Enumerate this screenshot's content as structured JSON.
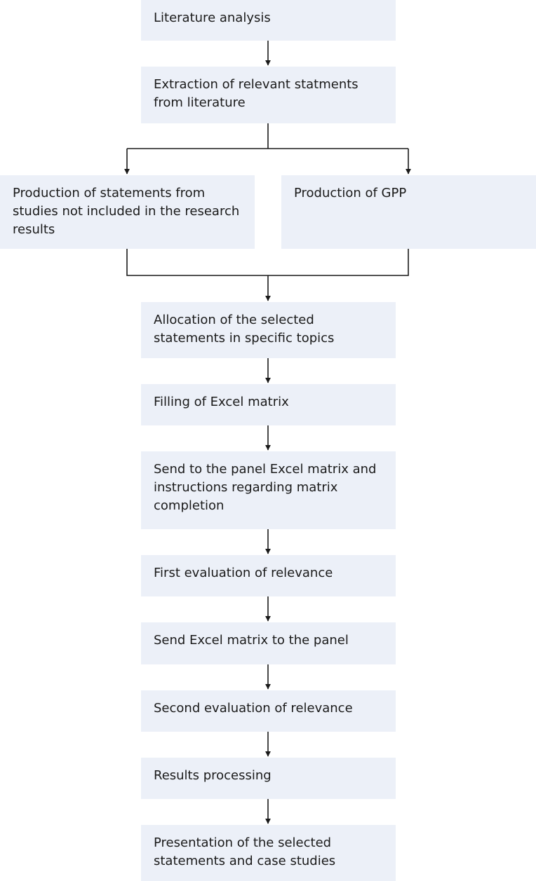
{
  "flow": {
    "steps": [
      {
        "id": "literature-analysis",
        "label": "Literature analysis"
      },
      {
        "id": "extraction",
        "label": "Extraction of relevant statments from literature"
      },
      {
        "id": "production-statements",
        "label": "Production of statements from studies not included in the research results"
      },
      {
        "id": "production-gpp",
        "label": "Production of GPP"
      },
      {
        "id": "allocation",
        "label": "Allocation of the selected statements in specific topics"
      },
      {
        "id": "filling-excel",
        "label": "Filling of Excel matrix"
      },
      {
        "id": "send-panel-instructions",
        "label": "Send to the panel Excel matrix and instructions regarding matrix completion"
      },
      {
        "id": "first-evaluation",
        "label": "First evaluation of relevance"
      },
      {
        "id": "send-excel-panel",
        "label": "Send Excel matrix to the panel"
      },
      {
        "id": "second-evaluation",
        "label": "Second evaluation of relevance"
      },
      {
        "id": "results-processing",
        "label": "Results processing"
      },
      {
        "id": "presentation",
        "label": "Presentation of the selected statements and case studies"
      }
    ],
    "colors": {
      "box_fill": "#ecf0f8",
      "line": "#1a1a1a",
      "text": "#1a1a1a"
    }
  }
}
